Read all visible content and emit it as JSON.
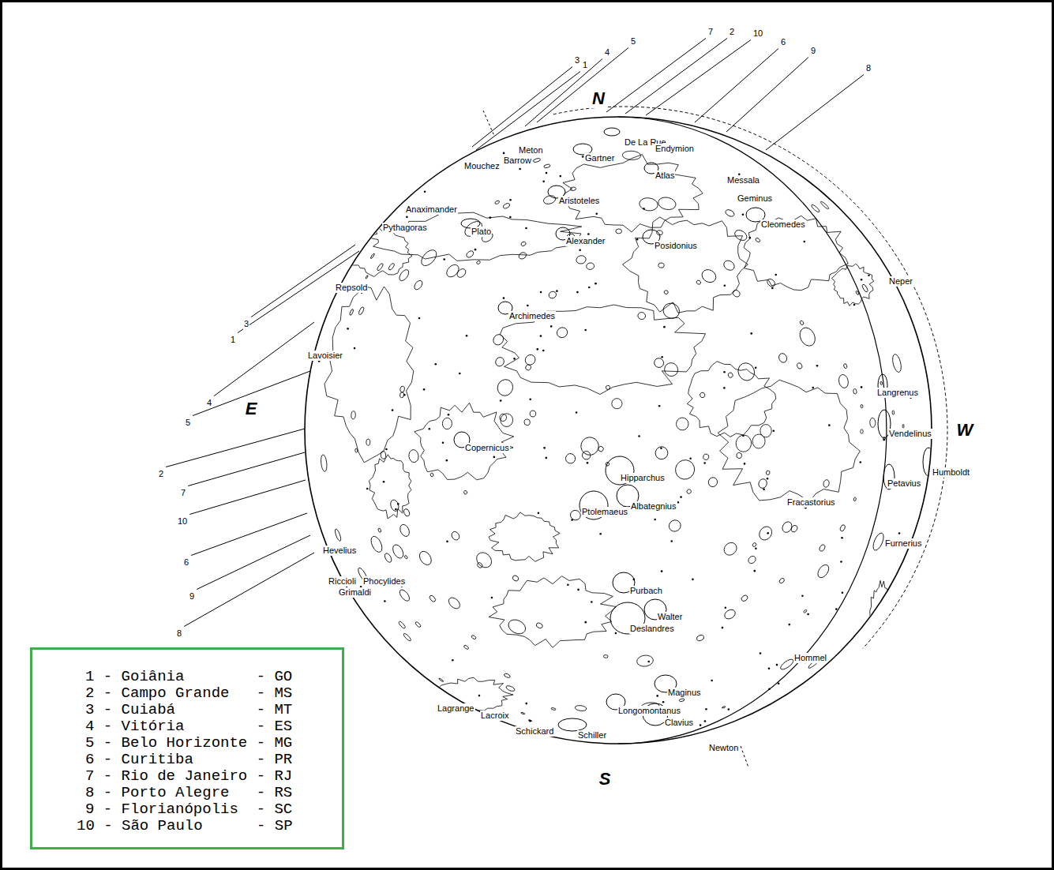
{
  "diagram": {
    "labels": [
      "3",
      "1",
      "4",
      "5",
      "7",
      "2",
      "10",
      "6",
      "9",
      "8",
      "N",
      "De La Rue",
      "Endymion",
      "Meton",
      "Barrow",
      "Gartner",
      "Atlas",
      "Mouchez",
      "Aristoteles",
      "Messala",
      "Geminus",
      "Anaximander",
      "Pythagoras",
      "Plato",
      "Alexander",
      "Posidonius",
      "Cleomedes",
      "Repsold",
      "Neper",
      "Archimedes",
      "Lavoisier",
      "Langrenus",
      "Vendelinus",
      "Copernicus",
      "Humboldt",
      "Petavius",
      "Hipparchus",
      "Ptolemaeus",
      "Albategnius",
      "Fracastorius",
      "Furnerius",
      "Hevelius",
      "Riccioli",
      "Phocylides",
      "Grimaldi",
      "Purbach",
      "Walter",
      "Deslandres",
      "Hommel",
      "Maginus",
      "Lagrange",
      "Lacroix",
      "Schickard",
      "Schiller",
      "Longomontanus",
      "Clavius",
      "Newton",
      "E",
      "W",
      "S",
      "3",
      "1",
      "4",
      "5",
      "2",
      "7",
      "10",
      "6",
      "9",
      "8"
    ],
    "legend": [
      {
        "text": "1 - Goiânia        - GO"
      },
      {
        "text": "2 - Campo Grande   - MS"
      },
      {
        "text": "3 - Cuiabá         - MT"
      },
      {
        "text": "4 - Vitória        - ES"
      },
      {
        "text": "5 - Belo Horizonte - MG"
      },
      {
        "text": "6 - Curitiba       - PR"
      },
      {
        "text": "7 - Rio de Janeiro - RJ"
      },
      {
        "text": "8 - Porto Alegre   - RS"
      },
      {
        "text": "9 - Florianópolis  - SC"
      },
      {
        "text": "10 - São Paulo      - SP"
      }
    ]
  }
}
